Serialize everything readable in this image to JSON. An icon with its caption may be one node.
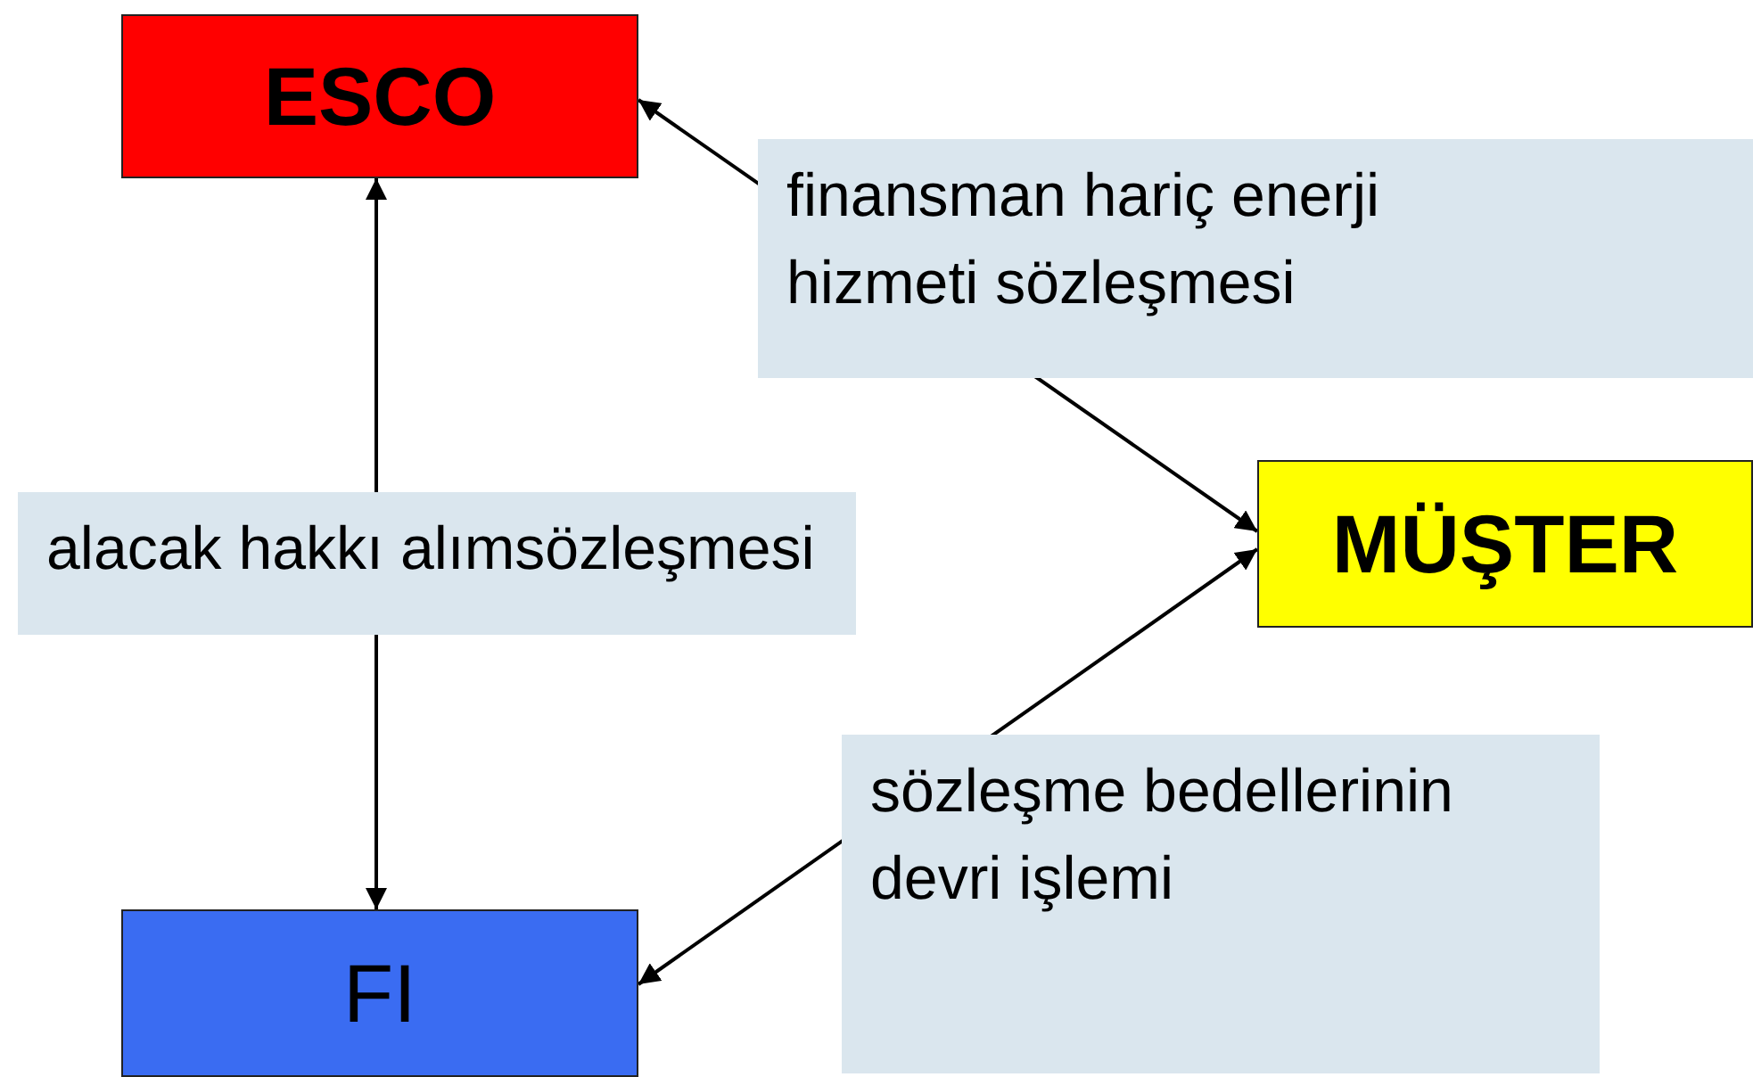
{
  "diagram": {
    "nodes": [
      {
        "text": [
          "ESCO"
        ]
      },
      {
        "text": [
          "MÜŞTER"
        ]
      },
      {
        "text": [
          "FI"
        ]
      }
    ],
    "edges": [
      {
        "from": 0,
        "to": 1,
        "arrow": "both",
        "label": "finansman hariç enerji hizmeti sözleşmesi"
      },
      {
        "from": 0,
        "to": 2,
        "arrow": "both",
        "label": "alacak hakkı alımsözleşmesi"
      },
      {
        "from": 2,
        "to": 1,
        "arrow": "both",
        "label": "sözleşme bedellerinin devri işlemi"
      }
    ]
  }
}
